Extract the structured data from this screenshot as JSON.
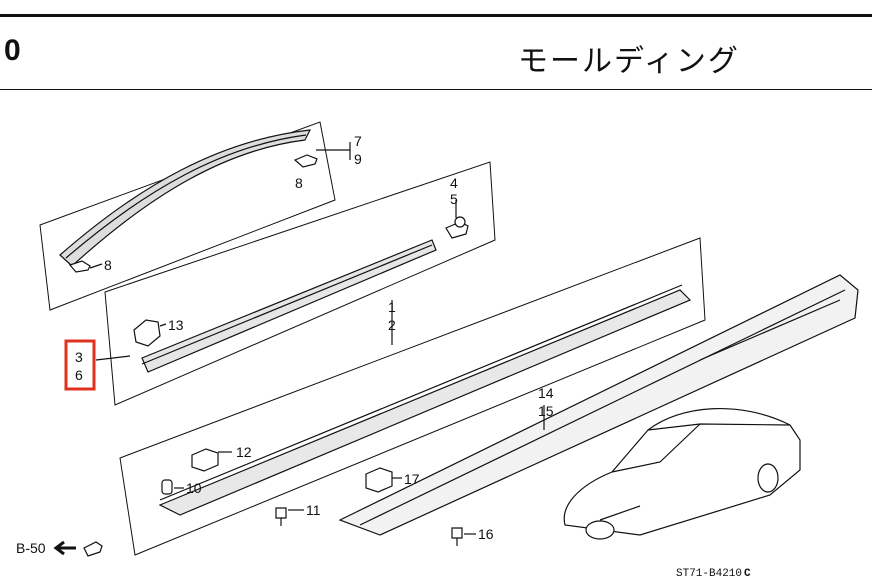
{
  "header": {
    "page_number": "0",
    "title": "モールディング"
  },
  "callouts": {
    "n7": "7",
    "n9": "9",
    "n8a": "8",
    "n8b": "8",
    "n4": "4",
    "n5": "5",
    "n1": "1",
    "n2": "2",
    "n13": "13",
    "n3": "3",
    "n6": "6",
    "n14": "14",
    "n15": "15",
    "n12": "12",
    "n10": "10",
    "n17": "17",
    "n11": "11",
    "n16": "16"
  },
  "footer": {
    "ref_label": "B-50",
    "drawing_code": "ST71-B4210",
    "drawing_code_suffix": "C"
  },
  "colors": {
    "line": "#111111",
    "highlight": "#e0301e"
  }
}
